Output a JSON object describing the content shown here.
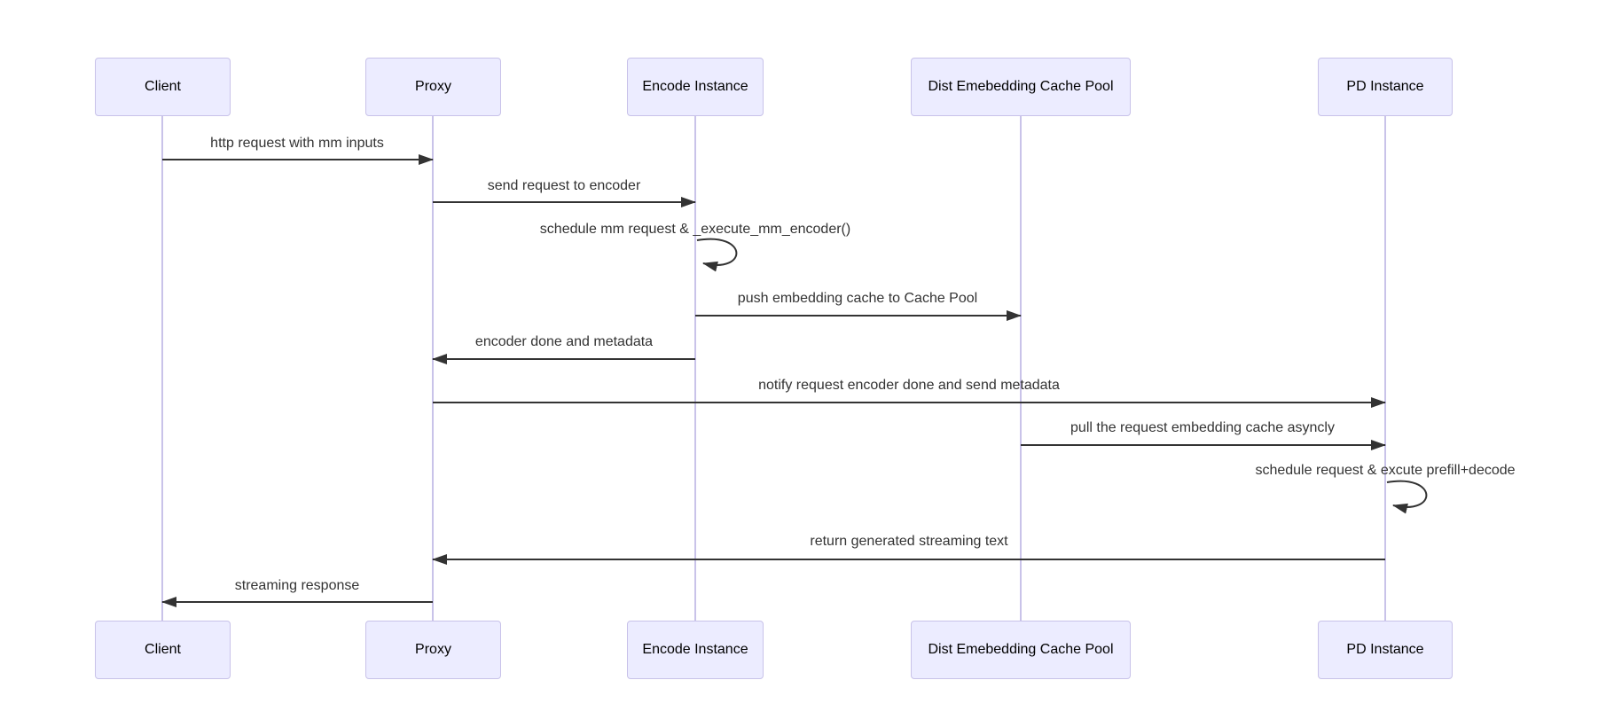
{
  "diagram": {
    "type": "sequence-diagram",
    "colors": {
      "actor_fill": "#ECECFF",
      "actor_border": "#C8C2E9",
      "lifeline": "#C9C3E9",
      "arrow": "#333333",
      "message_text": "#333333",
      "actor_text": "#000000",
      "background": "#FFFFFF"
    },
    "actors": [
      {
        "id": "client",
        "label": "Client"
      },
      {
        "id": "proxy",
        "label": "Proxy"
      },
      {
        "id": "encode-instance",
        "label": "Encode Instance"
      },
      {
        "id": "dist-embedding-cache-pool",
        "label": "Dist Emebedding Cache Pool"
      },
      {
        "id": "pd-instance",
        "label": "PD Instance"
      }
    ],
    "messages": [
      {
        "from": "Client",
        "to": "Proxy",
        "kind": "arrow",
        "text": "http request with mm inputs"
      },
      {
        "from": "Proxy",
        "to": "Encode Instance",
        "kind": "arrow",
        "text": "send request to encoder"
      },
      {
        "from": "Encode Instance",
        "to": "Encode Instance",
        "kind": "self-loop",
        "text": "schedule mm request & _execute_mm_encoder()"
      },
      {
        "from": "Encode Instance",
        "to": "Dist Emebedding Cache Pool",
        "kind": "arrow",
        "text": "push embedding cache to Cache Pool"
      },
      {
        "from": "Encode Instance",
        "to": "Proxy",
        "kind": "arrow",
        "text": "encoder done and metadata"
      },
      {
        "from": "Proxy",
        "to": "PD Instance",
        "kind": "arrow",
        "text": "notify request encoder done and send metadata"
      },
      {
        "from": "Dist Emebedding Cache Pool",
        "to": "PD Instance",
        "kind": "arrow",
        "text": "pull the request embedding cache asyncly"
      },
      {
        "from": "PD Instance",
        "to": "PD Instance",
        "kind": "self-loop",
        "text": "schedule request & excute prefill+decode"
      },
      {
        "from": "PD Instance",
        "to": "Proxy",
        "kind": "arrow",
        "text": "return generated streaming text"
      },
      {
        "from": "Proxy",
        "to": "Client",
        "kind": "arrow",
        "text": "streaming response"
      }
    ]
  }
}
